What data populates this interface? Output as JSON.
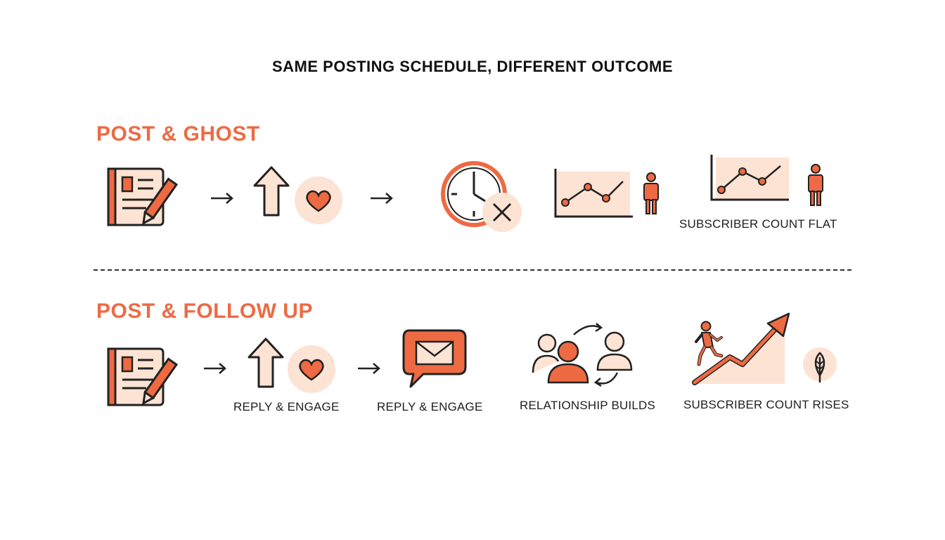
{
  "title": "SAME POSTING SCHEDULE, DIFFERENT OUTCOME",
  "colors": {
    "accent": "#ee6a43",
    "accent_dark": "#d9532c",
    "fill_light": "#fde3d3",
    "stroke": "#222222"
  },
  "rows": [
    {
      "label": "POST & GHOST",
      "captions": {
        "end": "SUBSCRIBER COUNT FLAT"
      }
    },
    {
      "label": "POST & FOLLOW UP",
      "captions": {
        "like": "REPLY & ENGAGE",
        "message": "REPLY & ENGAGE",
        "relationship": "RELATIONSHIP BUILDS",
        "end": "SUBSCRIBER COUNT RISES"
      }
    }
  ],
  "icons": {
    "post": "notebook-pencil-icon",
    "arrow": "right-arrow-icon",
    "boost": "up-arrow-icon",
    "like": "heart-icon",
    "missed": "clock-x-icon",
    "chart": "line-chart-icon",
    "person": "person-icon",
    "message": "envelope-chat-icon",
    "people": "people-icon",
    "growth": "rising-arrow-icon",
    "leaf": "leaf-icon"
  }
}
